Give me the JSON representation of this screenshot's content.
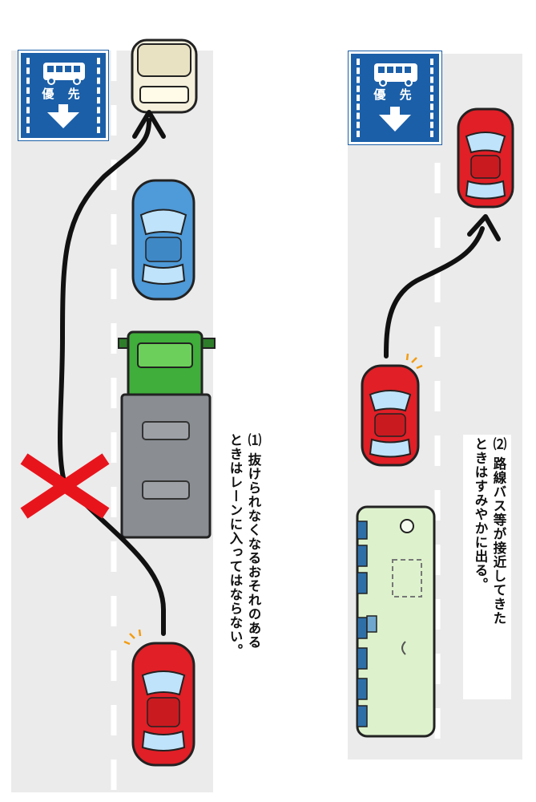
{
  "sign_left": {
    "label": "優 先",
    "bus_icon": "bus-icon",
    "arrow_icon": "arrow-down-icon"
  },
  "sign_right": {
    "label": "優 先",
    "bus_icon": "bus-icon",
    "arrow_icon": "arrow-down-icon"
  },
  "caption_1": {
    "line1": "⑴ 抜けられなくなるおそれのある",
    "line2": "ときはレーンに入ってはならない。"
  },
  "caption_2": {
    "line1": "⑵ 路線バス等が接近してきた",
    "line2": "ときはすみやかに出る。"
  },
  "colors": {
    "road": "#ebebeb",
    "lane_mark": "#ffffff",
    "sign_blue": "#1b5fa8",
    "red_car": "#e01f26",
    "blue_car": "#4f9ad8",
    "truck_cab": "#3fae3a",
    "truck_bed": "#8a8e93",
    "bus": "#ddf2cc",
    "cross": "#e8141c",
    "arrow": "#111111"
  }
}
